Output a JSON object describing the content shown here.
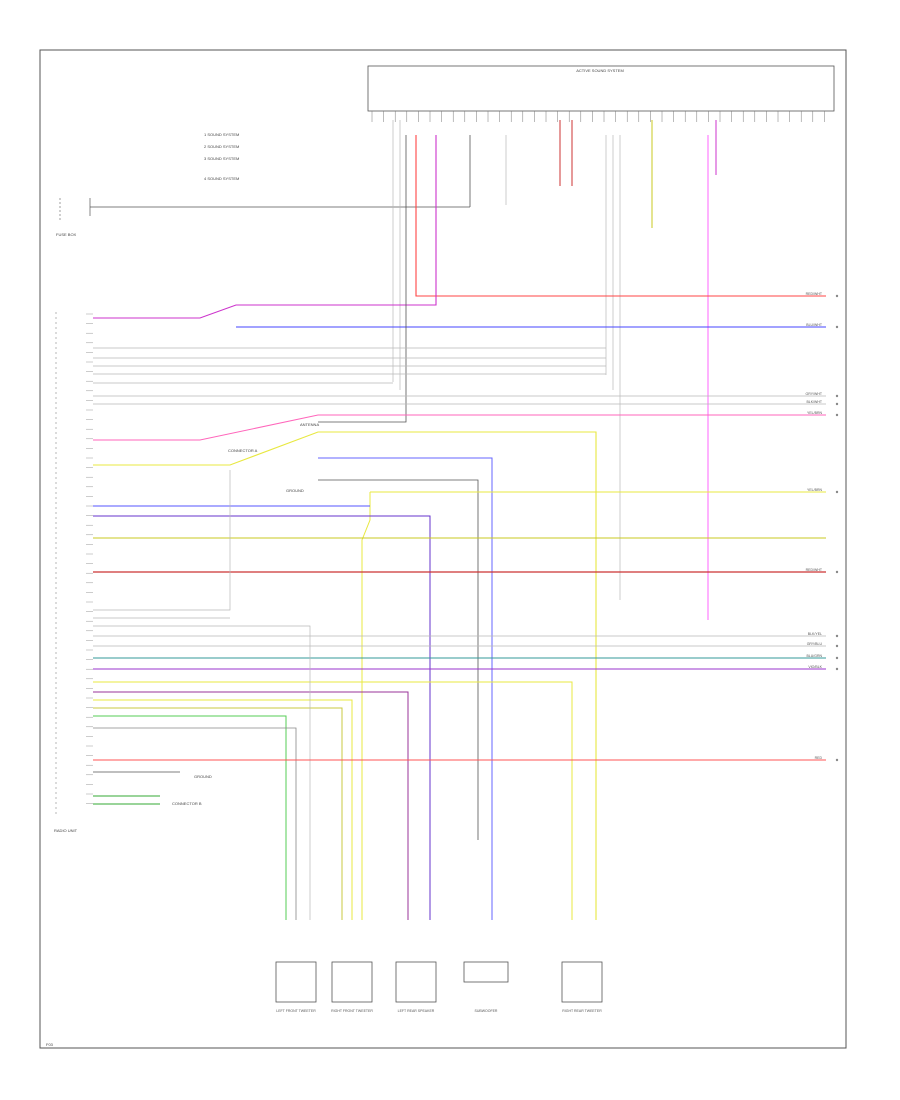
{
  "diagram": {
    "footer_code": "F03",
    "module_title": "ACTIVE SOUND SYSTEM",
    "notes": [
      "1  SOUND SYSTEM",
      "2  SOUND SYSTEM",
      "3  SOUND SYSTEM",
      "4  SOUND SYSTEM"
    ],
    "left_labels": {
      "fuse_box": "FUSE BOX",
      "radio": "RADIO UNIT"
    },
    "mid_labels": {
      "antenna": "ANTENNA",
      "ground_top": "GROUND",
      "ground_bottom": "GROUND",
      "connector_a": "CONNECTOR A",
      "connector_b": "CONNECTOR B"
    },
    "right_wire_labels": [
      "RED/WHT",
      "BLU/WHT",
      "GRY/WHT",
      "BLK/WHT",
      "YEL/BRN",
      "YEL/BRN",
      "RED/WHT",
      "BLK/YEL",
      "GRY/BLU",
      "BLU/GRN",
      "VIO/BLK",
      "RED"
    ],
    "speakers": [
      "LEFT FRONT TWEETER",
      "RIGHT FRONT TWEETER",
      "LEFT REAR SPEAKER",
      "SUBWOOFER",
      "RIGHT REAR TWEETER"
    ]
  }
}
